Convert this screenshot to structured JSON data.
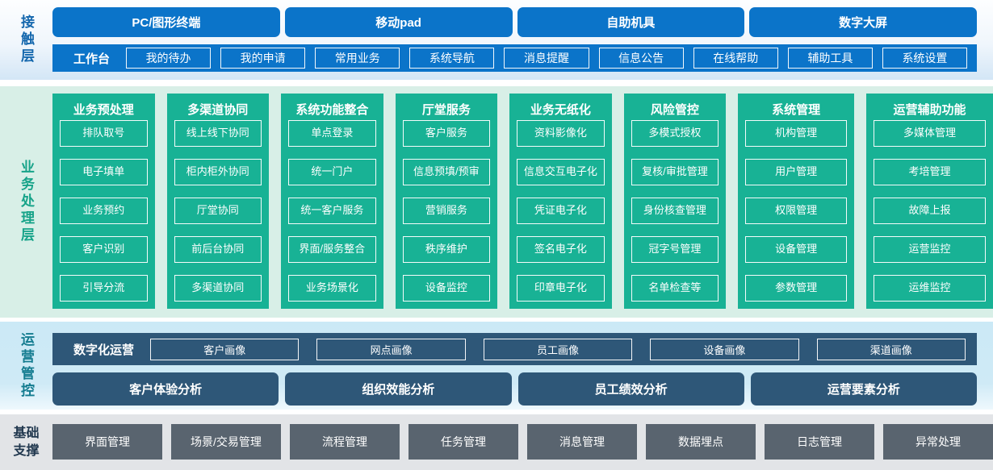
{
  "sections": {
    "contact": {
      "label": "接触层",
      "channels": [
        "PC/图形终端",
        "移动pad",
        "自助机具",
        "数字大屏"
      ],
      "workbench": {
        "label": "工作台",
        "items": [
          "我的待办",
          "我的申请",
          "常用业务",
          "系统导航",
          "消息提醒",
          "信息公告",
          "在线帮助",
          "辅助工具",
          "系统设置"
        ]
      }
    },
    "business": {
      "label": "业务处理层",
      "columns": [
        {
          "title": "业务预处理",
          "items": [
            "排队取号",
            "电子填单",
            "业务预约",
            "客户识别",
            "引导分流"
          ]
        },
        {
          "title": "多渠道协同",
          "items": [
            "线上线下协同",
            "柜内柜外协同",
            "厅堂协同",
            "前后台协同",
            "多渠道协同"
          ]
        },
        {
          "title": "系统功能整合",
          "items": [
            "单点登录",
            "统一门户",
            "统一客户服务",
            "界面/服务整合",
            "业务场景化"
          ]
        },
        {
          "title": "厅堂服务",
          "items": [
            "客户服务",
            "信息预填/预审",
            "营销服务",
            "秩序维护",
            "设备监控"
          ]
        },
        {
          "title": "业务无纸化",
          "items": [
            "资料影像化",
            "信息交互电子化",
            "凭证电子化",
            "签名电子化",
            "印章电子化"
          ]
        },
        {
          "title": "风险管控",
          "items": [
            "多模式授权",
            "复核/审批管理",
            "身份核查管理",
            "冠字号管理",
            "名单检查等"
          ]
        },
        {
          "title": "系统管理",
          "items": [
            "机构管理",
            "用户管理",
            "权限管理",
            "设备管理",
            "参数管理"
          ]
        },
        {
          "title": "运营辅助功能",
          "items": [
            "多媒体管理",
            "考培管理",
            "故障上报",
            "运营监控",
            "运维监控"
          ]
        }
      ]
    },
    "operations": {
      "label": "运营管控",
      "digital_ops": {
        "label": "数字化运营",
        "items": [
          "客户画像",
          "网点画像",
          "员工画像",
          "设备画像",
          "渠道画像"
        ]
      },
      "analysis": [
        "客户体验分析",
        "组织效能分析",
        "员工绩效分析",
        "运营要素分析"
      ]
    },
    "foundation": {
      "label": "基础支撑",
      "items": [
        "界面管理",
        "场景/交易管理",
        "流程管理",
        "任务管理",
        "消息管理",
        "数据埋点",
        "日志管理",
        "异常处理"
      ]
    }
  },
  "colors": {
    "primary_blue": "#0b74c9",
    "teal_green": "#18b295",
    "navy": "#2e5778",
    "slate_gray": "#59646f",
    "contact_label": "#1467ad",
    "business_label": "#17a389",
    "business_bg": "#d8efe7",
    "ops_label": "#147c90",
    "ops_bg": "#cfeaf6",
    "foundation_label": "#20374e",
    "foundation_bg": "#e2e4e7"
  }
}
